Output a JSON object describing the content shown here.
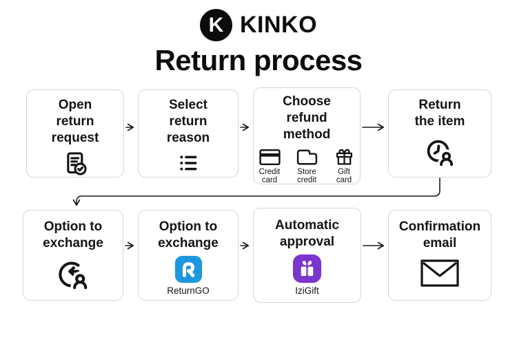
{
  "brand": {
    "initial": "K",
    "name": "KINKO"
  },
  "title": "Return process",
  "colors": {
    "returngo_blue": "#1f97dd",
    "izigift_purple": "#7a35cd"
  },
  "row1": [
    {
      "lines": [
        "Open",
        "return",
        "request"
      ],
      "icon": "file-check-icon"
    },
    {
      "lines": [
        "Select",
        "return",
        "reason"
      ],
      "icon": "bulleted-list-icon"
    },
    {
      "lines": [
        "Choose",
        "refund",
        "method"
      ],
      "methods": [
        {
          "lines": [
            "Credit",
            "card"
          ],
          "icon": "credit-card-icon"
        },
        {
          "lines": [
            "Store",
            "credit"
          ],
          "icon": "store-credit-icon"
        },
        {
          "lines": [
            "Gift",
            "card"
          ],
          "icon": "gift-icon"
        }
      ]
    },
    {
      "lines": [
        "Return",
        "the item"
      ],
      "icon": "user-clock-icon"
    }
  ],
  "row2": [
    {
      "lines": [
        "Option to",
        "exchange"
      ],
      "icon": "user-return-icon"
    },
    {
      "lines": [
        "Option to",
        "exchange"
      ],
      "icon": "returngo-logo",
      "caption": "ReturnGO"
    },
    {
      "lines": [
        "Automatic",
        "approval"
      ],
      "icon": "izigift-logo",
      "caption": "IziGift"
    },
    {
      "lines": [
        "Confirmation",
        "email"
      ],
      "icon": "envelope-icon"
    }
  ]
}
